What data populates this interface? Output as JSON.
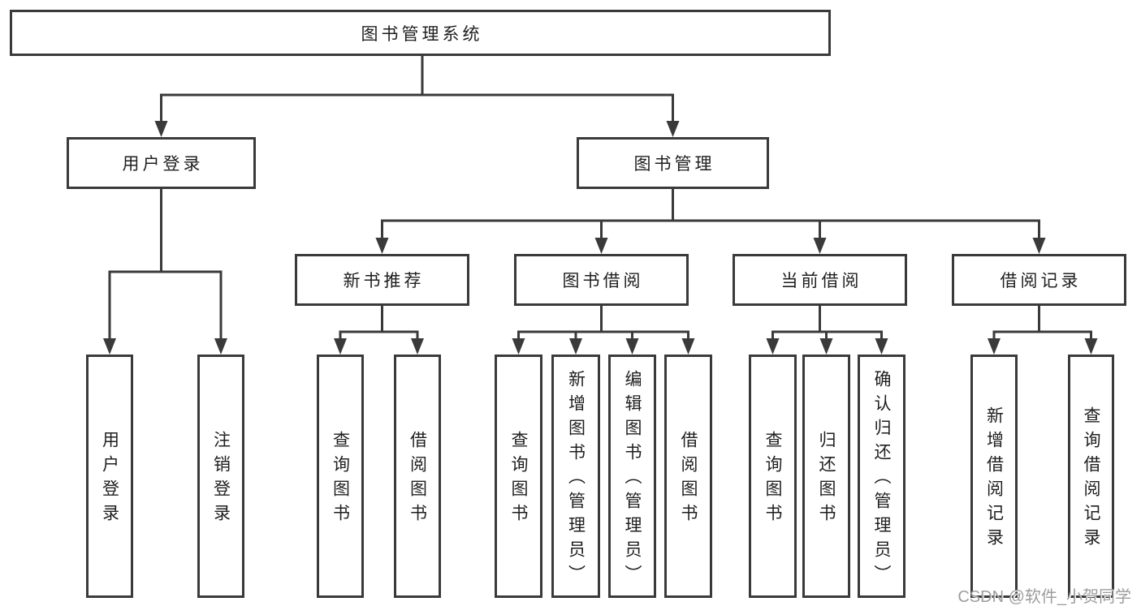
{
  "diagram": {
    "root": {
      "label": "图书管理系统",
      "children": [
        {
          "label": "用户登录",
          "children": [
            {
              "label": "用户登录"
            },
            {
              "label": "注销登录"
            }
          ]
        },
        {
          "label": "图书管理",
          "children": [
            {
              "label": "新书推荐",
              "children": [
                {
                  "label": "查询图书"
                },
                {
                  "label": "借阅图书"
                }
              ]
            },
            {
              "label": "图书借阅",
              "children": [
                {
                  "label": "查询图书"
                },
                {
                  "label": "新增图书（管理员）"
                },
                {
                  "label": "编辑图书（管理员）"
                },
                {
                  "label": "借阅图书"
                }
              ]
            },
            {
              "label": "当前借阅",
              "children": [
                {
                  "label": "查询图书"
                },
                {
                  "label": "归还图书"
                },
                {
                  "label": "确认归还（管理员）"
                }
              ]
            },
            {
              "label": "借阅记录",
              "children": [
                {
                  "label": "新增借阅记录"
                },
                {
                  "label": "查询借阅记录"
                }
              ]
            }
          ]
        }
      ]
    }
  },
  "watermark": {
    "text": "CSDN @软件_小贺同学",
    "color": "#9d9d9d"
  },
  "colors": {
    "line": "#3a3a3a",
    "text": "#1f1f1f",
    "background": "#ffffff"
  }
}
